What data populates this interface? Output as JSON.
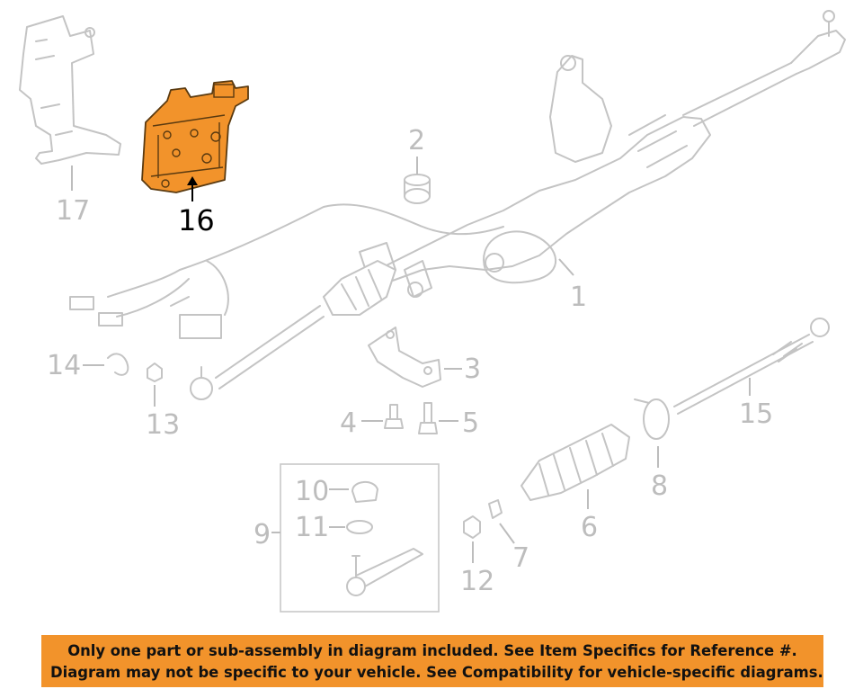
{
  "callouts": {
    "c1": "1",
    "c2": "2",
    "c3": "3",
    "c4": "4",
    "c5": "5",
    "c6": "6",
    "c7": "7",
    "c8": "8",
    "c9": "9",
    "c10": "10",
    "c11": "11",
    "c12": "12",
    "c13": "13",
    "c14": "14",
    "c15": "15",
    "c16": "16",
    "c17": "17"
  },
  "highlight_part": "16",
  "colors": {
    "highlight": "#f2932b",
    "part_outline": "#c4c4c4",
    "callout_gray": "#bdbdbd",
    "notice_bg": "#f2932b"
  },
  "notice": {
    "line1": "Only one part or sub-assembly in diagram included. See Item Specifics for Reference #.",
    "line2": "Diagram may not be specific to your vehicle. See Compatibility for vehicle-specific diagrams."
  }
}
